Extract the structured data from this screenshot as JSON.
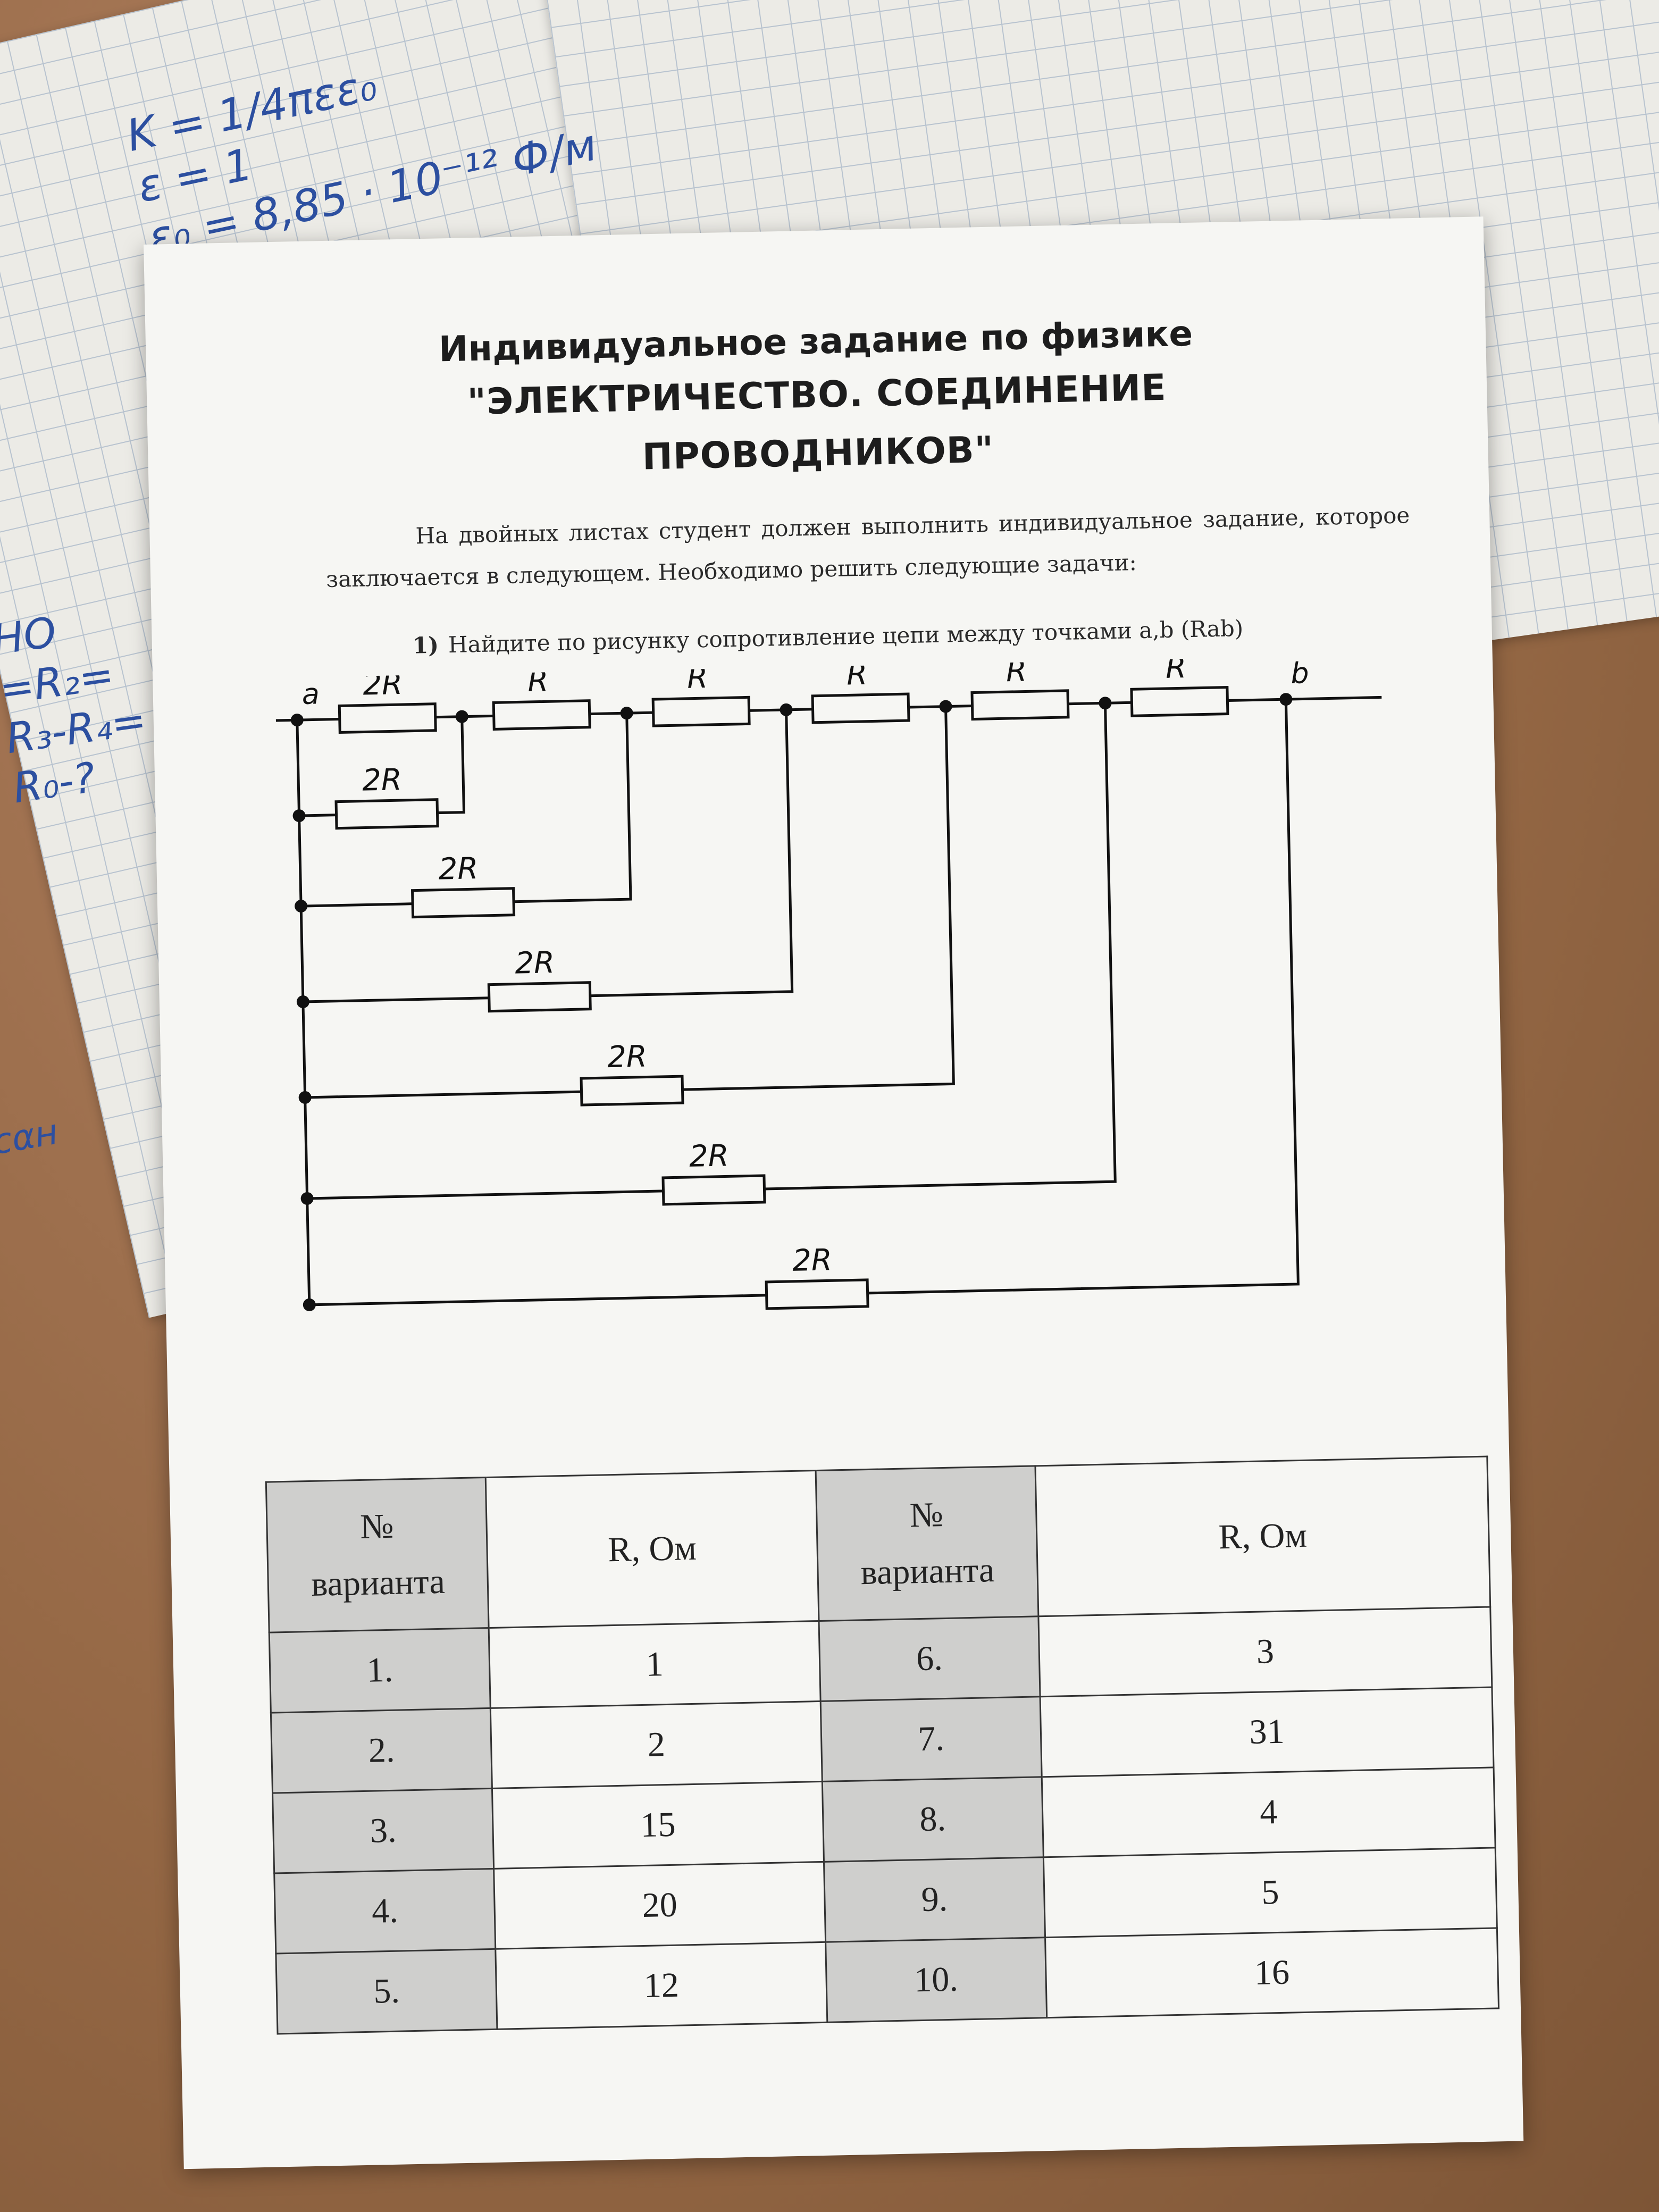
{
  "notebook_notes": {
    "formula_lines": "K = 1/4πεε₀\nε = 1\nε₀ = 8,85 · 10⁻¹² Ф/м",
    "side_lines": "HO\n=R₂=\nR₃-R₄=\nR₀-?",
    "bottom_fragment": "ϲαн"
  },
  "document": {
    "title_line1": "Индивидуальное задание по физике",
    "title_line2": "\"ЭЛЕКТРИЧЕСТВО. СОЕДИНЕНИЕ",
    "title_line3": "ПРОВОДНИКОВ\"",
    "intro": "На двойных листах студент должен выполнить индивидуальное задание, которое заключается в следующем. Необходимо решить следующие задачи:",
    "task_number": "1)",
    "task_text": "Найдите по рисунку сопротивление цепи между точками a,b (Rab)"
  },
  "circuit": {
    "node_a": "a",
    "node_b": "b",
    "series_resistors": [
      "2R",
      "R",
      "R",
      "R",
      "R",
      "R"
    ],
    "branch_resistors": [
      "2R",
      "2R",
      "2R",
      "2R",
      "2R",
      "2R"
    ]
  },
  "table": {
    "header_no_line1": "№",
    "header_no_line2": "варианта",
    "header_r": "R, Ом",
    "rows": [
      {
        "left_no": "1.",
        "left_r": "1",
        "right_no": "6.",
        "right_r": "3"
      },
      {
        "left_no": "2.",
        "left_r": "2",
        "right_no": "7.",
        "right_r": "31"
      },
      {
        "left_no": "3.",
        "left_r": "15",
        "right_no": "8.",
        "right_r": "4"
      },
      {
        "left_no": "4.",
        "left_r": "20",
        "right_no": "9.",
        "right_r": "5"
      },
      {
        "left_no": "5.",
        "left_r": "12",
        "right_no": "10.",
        "right_r": "16"
      }
    ]
  }
}
